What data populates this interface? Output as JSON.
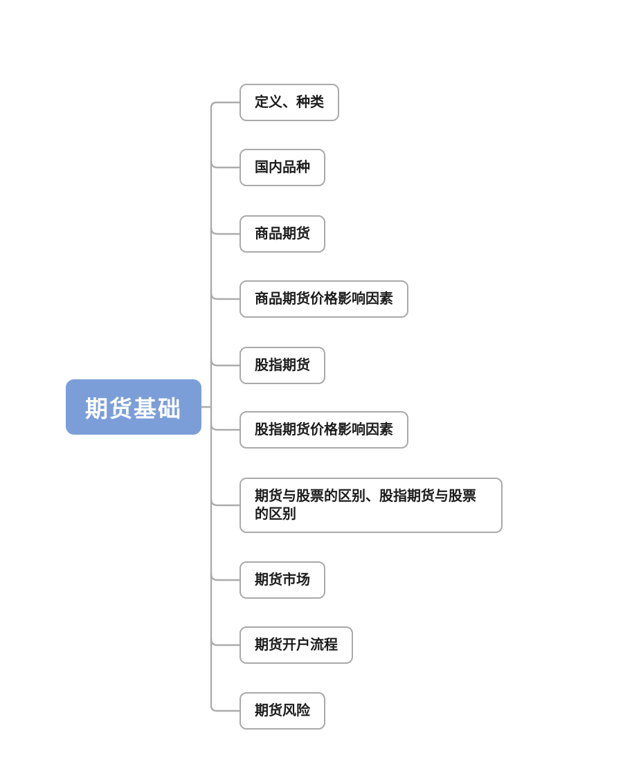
{
  "diagram": {
    "type": "mindmap",
    "root": {
      "label": "期货基础"
    },
    "children": [
      {
        "label": "定义、种类"
      },
      {
        "label": "国内品种"
      },
      {
        "label": "商品期货"
      },
      {
        "label": "商品期货价格影响因素"
      },
      {
        "label": "股指期货"
      },
      {
        "label": "股指期货价格影响因素"
      },
      {
        "label": "期货与股票的区别、股指期货与股票的区别"
      },
      {
        "label": "期货市场"
      },
      {
        "label": "期货开户流程"
      },
      {
        "label": "期货风险"
      }
    ],
    "colors": {
      "root_fill": "#7C9ED8",
      "root_text": "#FFFFFF",
      "connector_line": "#ABABAB",
      "node_border": "#A9A9A9",
      "node_text": "#1C1C1C",
      "background": "#FFFFFF"
    }
  }
}
